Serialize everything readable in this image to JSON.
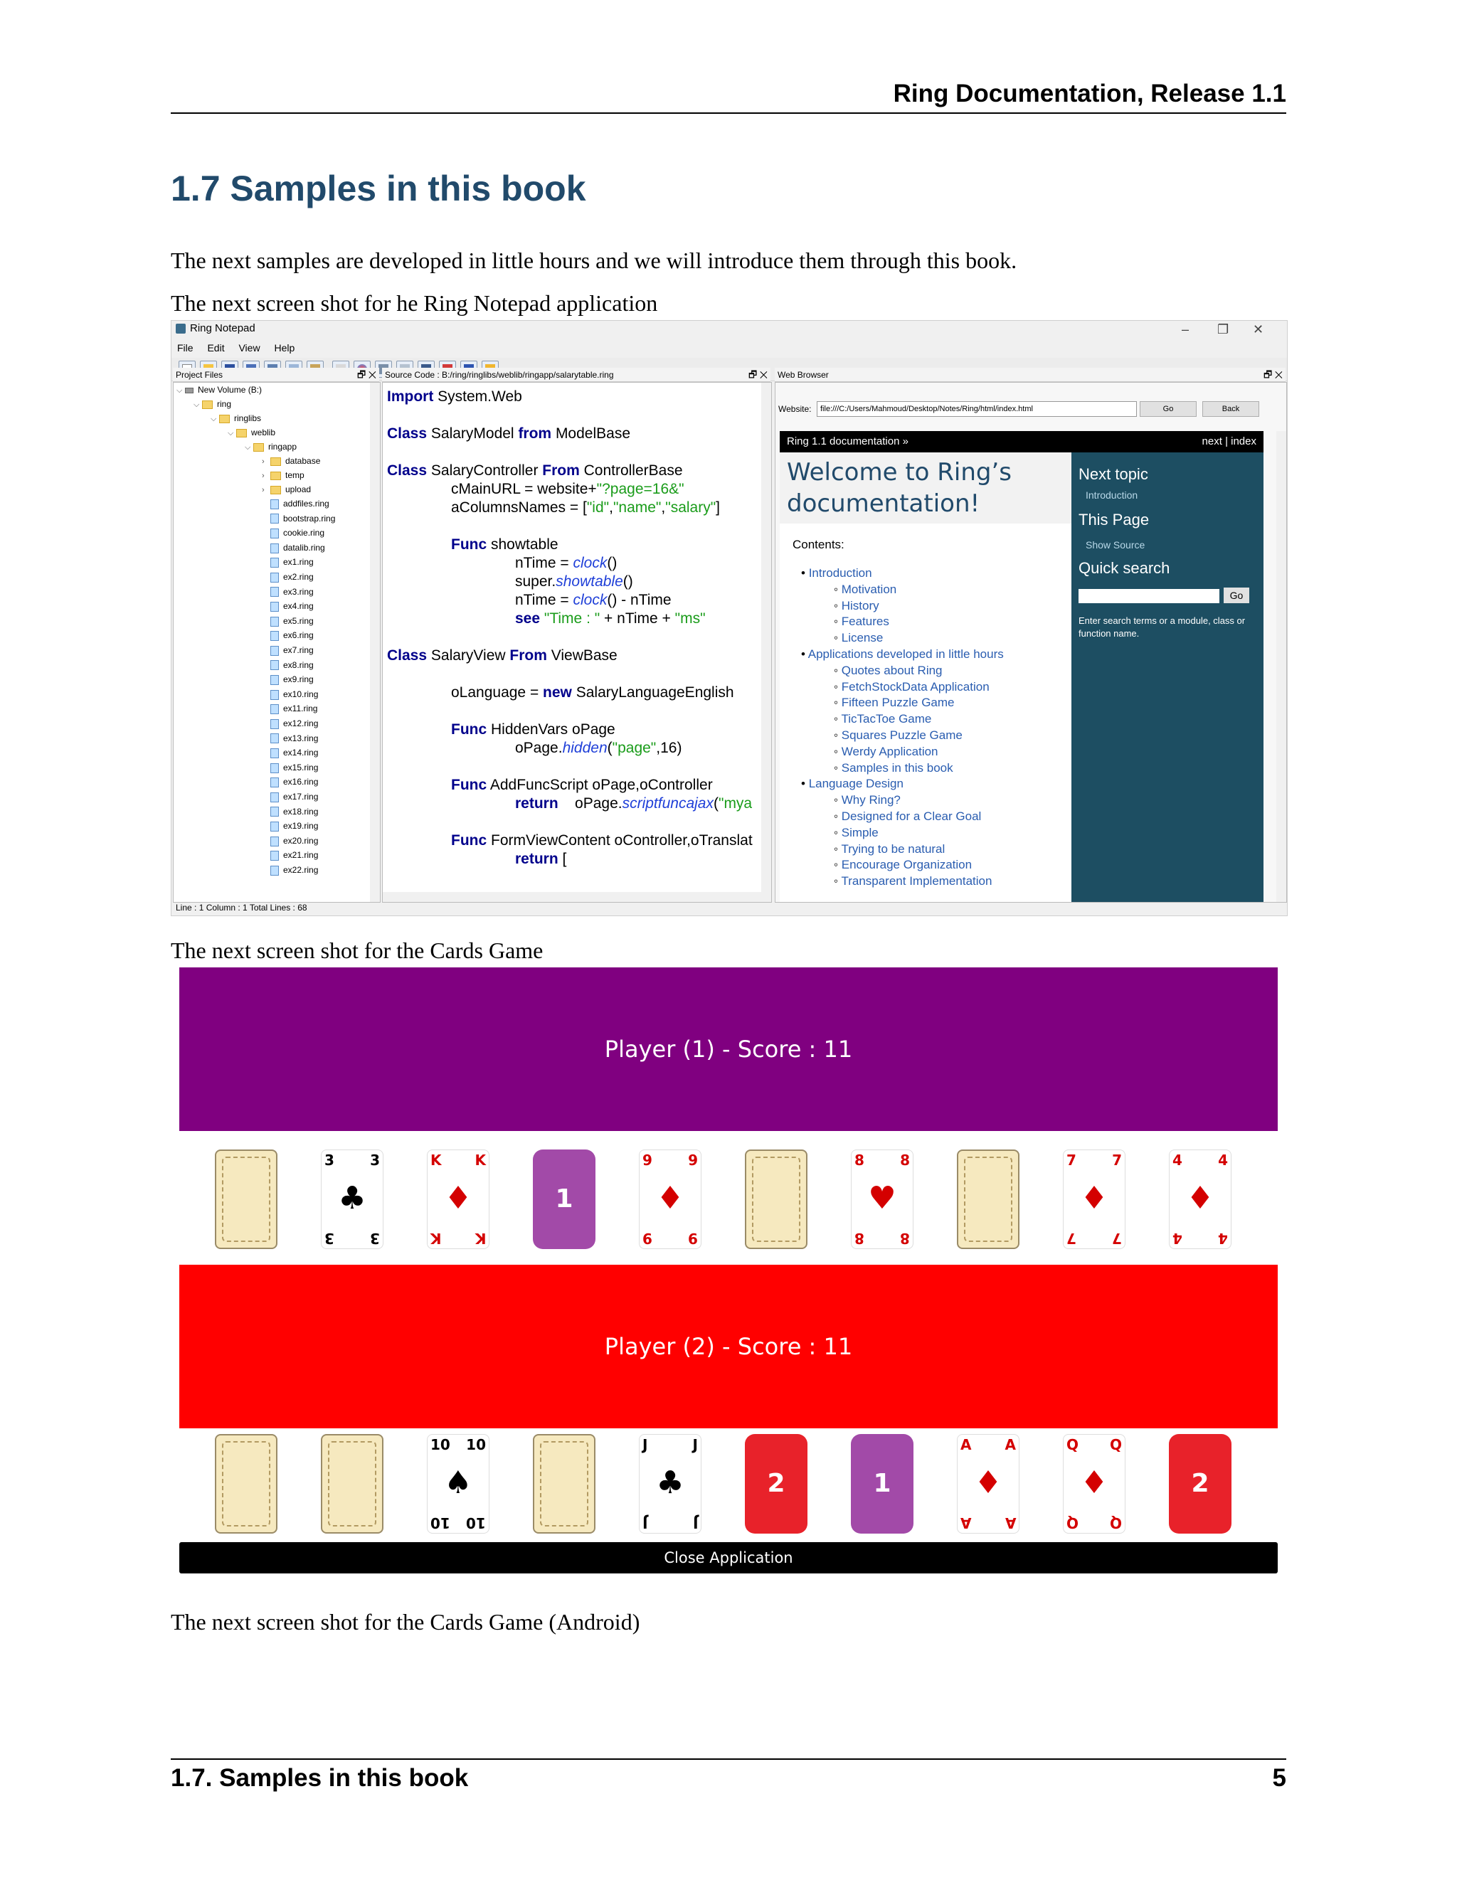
{
  "header": {
    "title": "Ring Documentation, Release 1.1"
  },
  "section": {
    "title": "1.7  Samples in this book"
  },
  "paragraphs": {
    "intro": "The next samples are developed in little hours and we will introduce them through this book.",
    "notepad_caption": "The next screen shot for he Ring Notepad application",
    "cards_caption": "The next screen shot for the Cards Game",
    "android_caption": "The next screen shot for the Cards Game (Android)"
  },
  "notepad": {
    "window_title": "Ring Notepad",
    "menu": [
      "File",
      "Edit",
      "View",
      "Help"
    ],
    "panels": {
      "project_files": "Project Files",
      "source_code": "Source Code : B:/ring/ringlibs/weblib/ringapp/salarytable.ring",
      "web_browser": "Web Browser"
    },
    "tree": {
      "volume": "New Volume (B:)",
      "folders": [
        "ring",
        "ringlibs",
        "weblib",
        "ringapp",
        "database",
        "temp",
        "upload"
      ],
      "files": [
        "addfiles.ring",
        "bootstrap.ring",
        "cookie.ring",
        "datalib.ring",
        "ex1.ring",
        "ex2.ring",
        "ex3.ring",
        "ex4.ring",
        "ex5.ring",
        "ex6.ring",
        "ex7.ring",
        "ex8.ring",
        "ex9.ring",
        "ex10.ring",
        "ex11.ring",
        "ex12.ring",
        "ex13.ring",
        "ex14.ring",
        "ex15.ring",
        "ex16.ring",
        "ex17.ring",
        "ex18.ring",
        "ex19.ring",
        "ex20.ring",
        "ex21.ring",
        "ex22.ring"
      ]
    },
    "browser": {
      "website_label": "Website:",
      "url": "file:///C:/Users/Mahmoud/Desktop/Notes/Ring/html/index.html",
      "go": "Go",
      "back": "Back",
      "doc_top_left": "Ring 1.1 documentation »",
      "doc_top_right": "next | index",
      "heading": "Welcome to Ring’s documentation!",
      "contents_label": "Contents:",
      "toc": [
        {
          "title": "Introduction",
          "children": [
            "Motivation",
            "History",
            "Features",
            "License"
          ]
        },
        {
          "title": "Applications developed in little hours",
          "children": [
            "Quotes about Ring",
            "FetchStockData Application",
            "Fifteen Puzzle Game",
            "TicTacToe Game",
            "Squares Puzzle Game",
            "Werdy Application",
            "Samples in this book"
          ]
        },
        {
          "title": "Language Design",
          "children": [
            "Why Ring?",
            "Designed for a Clear Goal",
            "Simple",
            "Trying to be natural",
            "Encourage Organization",
            "Transparent Implementation"
          ]
        }
      ],
      "side": {
        "next_topic": "Next topic",
        "next_link": "Introduction",
        "this_page": "This Page",
        "show_source": "Show Source",
        "quick_search": "Quick search",
        "search_go": "Go",
        "help": "Enter search terms or a module, class or function name."
      }
    },
    "status": "Line : 1 Column : 1 Total Lines : 68"
  },
  "cards_game": {
    "player1": "Player (1) - Score : 11",
    "player2": "Player (2) - Score : 11",
    "row1": [
      {
        "kind": "back"
      },
      {
        "kind": "face",
        "rank": "3",
        "suit": "♣",
        "color": "#000000"
      },
      {
        "kind": "face",
        "rank": "K",
        "suit": "♦",
        "color": "#d40000"
      },
      {
        "kind": "button",
        "label": "1",
        "color": "#a24aa8"
      },
      {
        "kind": "face",
        "rank": "9",
        "suit": "♦",
        "color": "#d40000"
      },
      {
        "kind": "back"
      },
      {
        "kind": "face",
        "rank": "8",
        "suit": "♥",
        "color": "#d40000"
      },
      {
        "kind": "back"
      },
      {
        "kind": "face",
        "rank": "7",
        "suit": "♦",
        "color": "#d40000"
      },
      {
        "kind": "face",
        "rank": "4",
        "suit": "♦",
        "color": "#d40000"
      }
    ],
    "row2": [
      {
        "kind": "back"
      },
      {
        "kind": "back"
      },
      {
        "kind": "face",
        "rank": "10",
        "suit": "♠",
        "color": "#000000"
      },
      {
        "kind": "back"
      },
      {
        "kind": "face",
        "rank": "J",
        "suit": "♣",
        "color": "#000000"
      },
      {
        "kind": "button",
        "label": "2",
        "color": "#e8222a"
      },
      {
        "kind": "button",
        "label": "1",
        "color": "#a24aa8"
      },
      {
        "kind": "face",
        "rank": "A",
        "suit": "♦",
        "color": "#d40000"
      },
      {
        "kind": "face",
        "rank": "Q",
        "suit": "♦",
        "color": "#d40000"
      },
      {
        "kind": "button",
        "label": "2",
        "color": "#e8222a"
      }
    ],
    "close_button": "Close Application",
    "colors": {
      "player1_bar": "#800080",
      "player2_bar": "#ff0000"
    }
  },
  "footer": {
    "left": "1.7.  Samples in this book",
    "right": "5"
  }
}
